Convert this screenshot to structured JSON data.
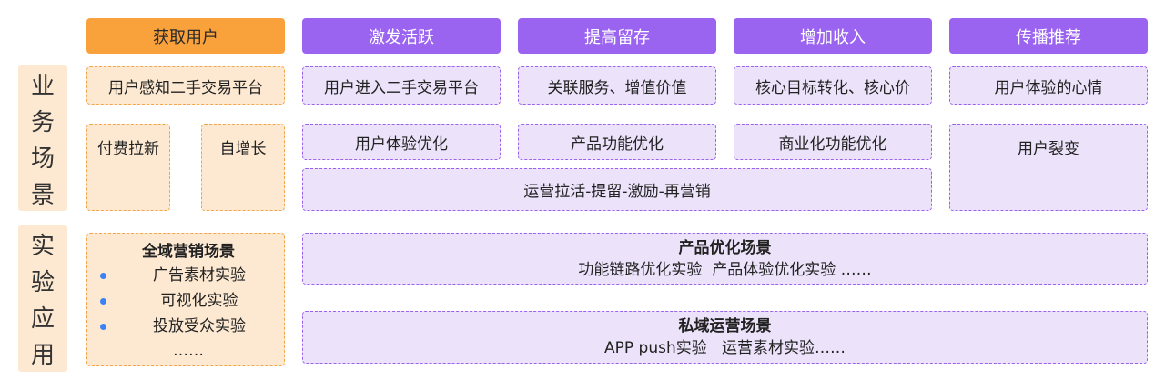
{
  "headers": [
    "获取用户",
    "激发活跃",
    "提高留存",
    "增加收入",
    "传播推荐"
  ],
  "side_labels": {
    "business": [
      "业",
      "务",
      "场",
      "景"
    ],
    "experiment": [
      "实",
      "验",
      "应",
      "用"
    ]
  },
  "row1": [
    "用户感知二手交易平台",
    "用户进入二手交易平台",
    "关联服务、增值价值",
    "核心目标转化、核心价",
    "用户体验的心情"
  ],
  "row2": {
    "paid": "付费拉新",
    "organic": "自增长",
    "ux": "用户体验优化",
    "product": "产品功能优化",
    "commercial": "商业化功能优化",
    "fission": "用户裂变"
  },
  "row3": "运营拉活-提留-激励-再营销",
  "marketing": {
    "title": "全域营销场景",
    "items": [
      "广告素材实验",
      "可视化实验",
      "投放受众实验"
    ],
    "more": "……"
  },
  "product_scene": {
    "title": "产品优化场景",
    "text": "功能链路优化实验  产品体验优化实验 ……"
  },
  "private_scene": {
    "title": "私域运营场景",
    "text": "APP push实验   运营素材实验……"
  },
  "colors": {
    "orange_header": "#f9a23c",
    "purple_header": "#9b64f0",
    "orange_fill": "#fde9d2",
    "purple_fill": "#ece3fb"
  }
}
